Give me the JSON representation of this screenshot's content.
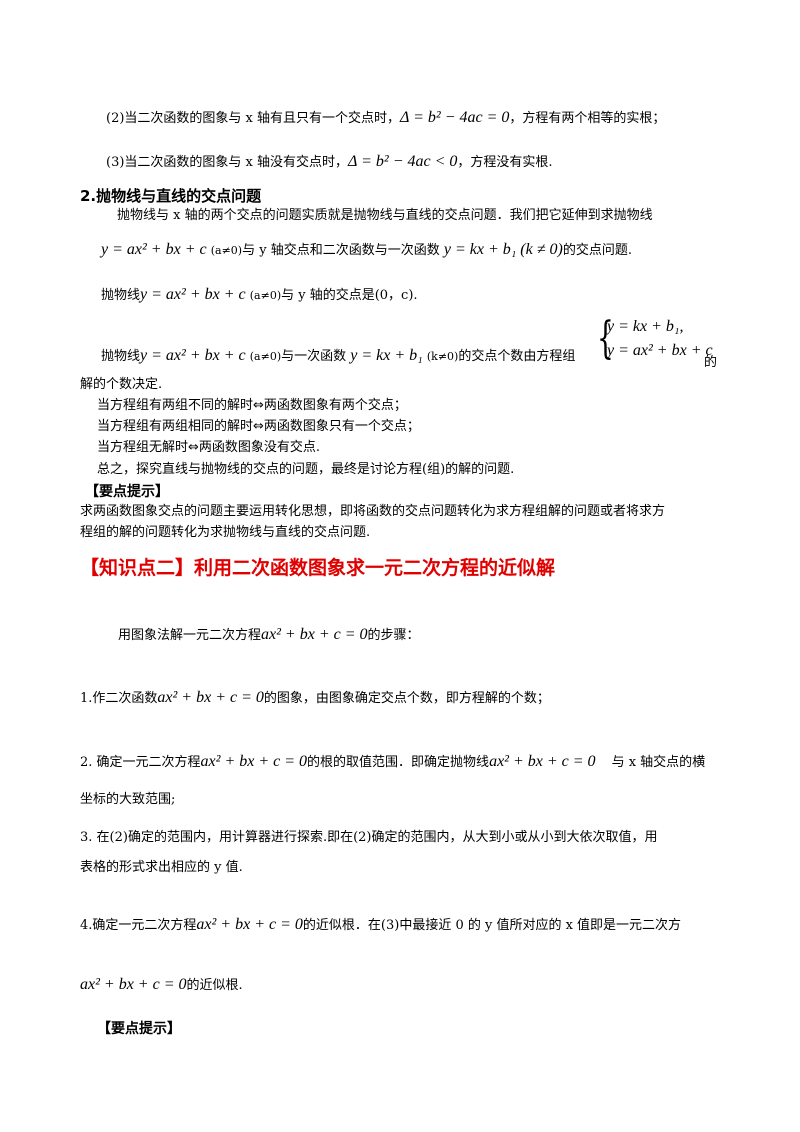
{
  "case2": {
    "text": "(2)当二次函数的图象与 x 轴有且只有一个交点时，",
    "formula": "Δ = b² − 4ac = 0",
    "after": "，方程有两个相等的实根；"
  },
  "case3": {
    "text": "(3)当二次函数的图象与 x 轴没有交点时，",
    "formula": "Δ = b² − 4ac < 0",
    "after": "，方程没有实根."
  },
  "section2_title": "2.抛物线与直线的交点问题",
  "para1": {
    "line1": "抛物线与 x 轴的两个交点的问题实质就是抛物线与直线的交点问题．我们把它延伸到求抛物线",
    "line2_formula": "y = ax² + bx + c",
    "line2_cond": "(a≠0)",
    "line2_mid": "与 y 轴交点和二次函数与一次函数",
    "line2_formula2": "y = kx + b₁ (k ≠ 0)",
    "line2_end": "的交点问题."
  },
  "para2": {
    "prefix": "抛物线",
    "formula": "y = ax² + bx + c",
    "cond": "(a≠0)",
    "suffix": "与 y 轴的交点是(0，c)."
  },
  "para3": {
    "prefix": "抛物线",
    "formula": "y = ax² + bx + c",
    "cond": "(a≠0)",
    "mid": "与一次函数",
    "formula2": "y = kx + b₁",
    "cond2": "(k≠0)",
    "mid2": "的交点个数由方程组",
    "system_row1": "y = kx + b₁,",
    "system_row2": "y = ax² + bx + c",
    "end": "的",
    "line2": "解的个数决定."
  },
  "cases": [
    {
      "cond": "当方程组有两组不同的解时",
      "result": "两函数图象有两个交点；"
    },
    {
      "cond": "当方程组有两组相同的解时",
      "result": "两函数图象只有一个交点；"
    },
    {
      "cond": "当方程组无解时",
      "result": "两函数图象没有交点."
    }
  ],
  "iff_symbol": "⇔",
  "summary": "总之，探究直线与抛物线的交点的问题，最终是讨论方程(组)的解的问题.",
  "tip_label": "【要点提示】",
  "tip_text_1": "求两函数图象交点的问题主要运用转化思想，即将函数的交点问题转化为求方程组解的问题或者将求方",
  "tip_text_2": "程组的解的问题转化为求抛物线与直线的交点问题.",
  "kp2_title": "【知识点二】利用二次函数图象求一元二次方程的近似解",
  "kp2_intro": {
    "prefix": "用图象法解一元二次方程",
    "formula": "ax² + bx + c = 0",
    "suffix": "的步骤："
  },
  "step1": {
    "prefix": "1.作二次函数",
    "formula": "ax² + bx + c = 0",
    "suffix": "的图象，由图象确定交点个数，即方程解的个数；"
  },
  "step2": {
    "prefix": "2.  确定一元二次方程",
    "formula": "ax² + bx + c = 0",
    "mid": "的根的取值范围．即确定抛物线",
    "formula2": "ax² + bx + c = 0",
    "suffix": "与 x 轴交点的横",
    "line2": "坐标的大致范围;"
  },
  "step3": {
    "line1": "3.  在(2)确定的范围内，用计算器进行探索.即在(2)确定的范围内，从大到小或从小到大依次取值，用",
    "line2": "表格的形式求出相应的 y 值."
  },
  "step4": {
    "prefix": "4.确定一元二次方程",
    "formula": "ax² + bx + c = 0",
    "suffix": "的近似根．在(3)中最接近 0 的 y 值所对应的 x 值即是一元二次方",
    "line2_formula": "ax² + bx + c = 0",
    "line2_suffix": "的近似根."
  },
  "tip2_label": "【要点提示】"
}
